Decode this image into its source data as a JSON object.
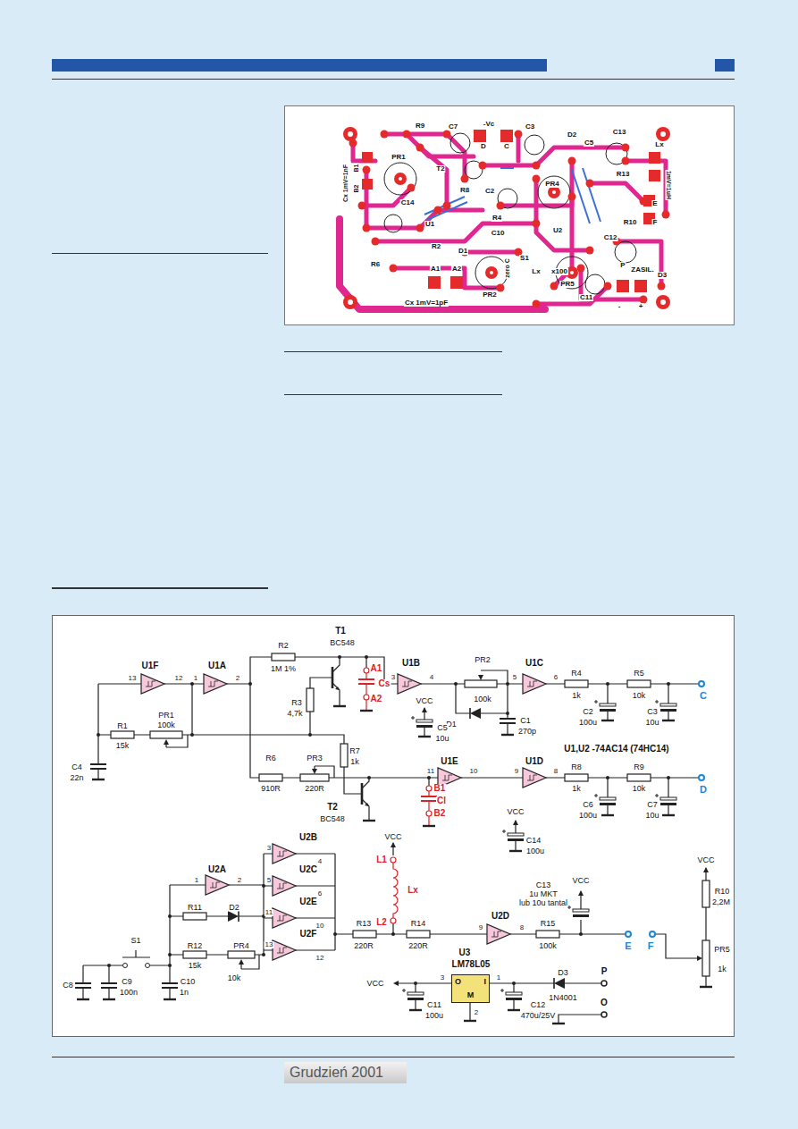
{
  "diagram": {
    "nodes": [
      {
        "text": [
          "O",
          "I",
          "M"
        ]
      },
      {
        "text": [
          "Grudzień 2001"
        ]
      }
    ],
    "labels": [
      "U1F",
      "13",
      "12",
      "U1A",
      "1",
      "2",
      "R2",
      "1M 1%",
      "T1",
      "BC548",
      "A1",
      "Cs",
      "A2",
      "U1B",
      "3",
      "4",
      "PR2",
      "100k",
      "D1",
      "U1C",
      "5",
      "6",
      "C1",
      "270p",
      "R4",
      "1k",
      "R5",
      "10k",
      "C2",
      "100u",
      "C3",
      "10u",
      "C",
      "R3",
      "4,7k",
      "VCC",
      "C5",
      "10u",
      "U1,U2 -74AC14 (74HC14)",
      "R1",
      "15k",
      "PR1",
      "100k",
      "C4",
      "22n",
      "R7",
      "1k",
      "R6",
      "910R",
      "PR3",
      "220R",
      "T2",
      "BC548",
      "B1",
      "Cl",
      "B2",
      "U1E",
      "11",
      "10",
      "U1D",
      "9",
      "8",
      "R8",
      "1k",
      "R9",
      "10k",
      "C6",
      "100u",
      "C7",
      "10u",
      "D",
      "VCC",
      "C14",
      "100u",
      "U2A",
      "1",
      "2",
      "U2B",
      "3",
      "4",
      "U2C",
      "5",
      "6",
      "U2E",
      "11",
      "10",
      "U2F",
      "13",
      "12",
      "R11",
      "D2",
      "R12",
      "15k",
      "PR4",
      "10k",
      "S1",
      "C8",
      "C9",
      "100n",
      "C10",
      "1n",
      "VCC",
      "L1",
      "Lx",
      "L2",
      "R13",
      "220R",
      "R14",
      "220R",
      "U2D",
      "9",
      "8",
      "R15",
      "100k",
      "C13",
      "1u MKT",
      "lub 10u tantal",
      "VCC",
      "E",
      "F",
      "VCC",
      "R10",
      "2,2M",
      "PR5",
      "1k",
      "U3",
      "LM78L05",
      "3",
      "1",
      "2",
      "VCC",
      "C11",
      "100u",
      "C12",
      "470u/25V",
      "D3",
      "1N4001",
      "P",
      "O",
      "R9",
      "C7",
      "-Vc",
      "C3",
      "D2",
      "C5",
      "C13",
      "Lx",
      "PR1",
      "T2",
      "D",
      "C",
      "R8",
      "C2",
      "PR4",
      "C14",
      "U1",
      "R4",
      "C10",
      "U2",
      "R13",
      "R10",
      "E",
      "F",
      "C12",
      "R2",
      "D1",
      "R6",
      "S1",
      "zero C",
      "A1",
      "A2",
      "Lx",
      "x100",
      "PR2",
      "PR5",
      "C11",
      "P",
      "ZASIL.",
      "D3",
      "Cx 1mV=1pF",
      "-",
      "+",
      "Cx 1mV=1nF",
      "1mV=1uH",
      "B1",
      "B2"
    ]
  }
}
